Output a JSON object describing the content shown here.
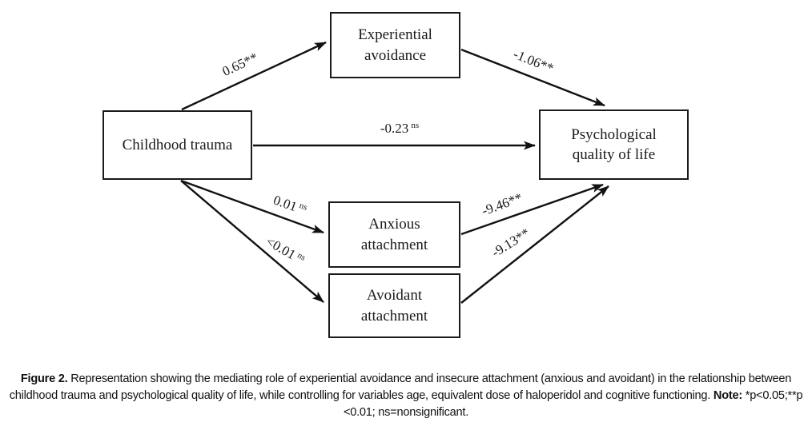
{
  "diagram": {
    "nodes": {
      "childhood_trauma": {
        "label": "Childhood trauma"
      },
      "experiential_avoidance": {
        "label_line1": "Experiential",
        "label_line2": "avoidance"
      },
      "psychological_qol": {
        "label_line1": "Psychological",
        "label_line2": "quality of life"
      },
      "anxious_attachment": {
        "label_line1": "Anxious",
        "label_line2": "attachment"
      },
      "avoidant_attachment": {
        "label_line1": "Avoidant",
        "label_line2": "attachment"
      }
    },
    "edges": {
      "trauma_to_avoidance": {
        "coefficient": "0.65**"
      },
      "avoidance_to_qol": {
        "coefficient": "-1.06**"
      },
      "trauma_to_qol": {
        "coefficient": "-0.23",
        "significance": "ns"
      },
      "trauma_to_anxious": {
        "coefficient": "0.01",
        "significance": "ns"
      },
      "trauma_to_avoidant": {
        "coefficient": "<0.01",
        "significance": "ns"
      },
      "anxious_to_qol": {
        "coefficient": "-9.46**"
      },
      "avoidant_to_qol": {
        "coefficient": "-9.13**"
      }
    },
    "line_color": "#111111",
    "box_border_color": "#1a1a1a"
  },
  "caption": {
    "figure_label": "Figure 2.",
    "body": "Representation showing the mediating role of experiential avoidance and insecure attachment (anxious and avoidant) in the relationship between childhood trauma and psychological quality of life, while controlling for variables age, equivalent dose of haloperidol and cognitive functioning.",
    "note_label": "Note:",
    "note_body": "*p<0.05;**p <0.01; ns=nonsignificant."
  }
}
